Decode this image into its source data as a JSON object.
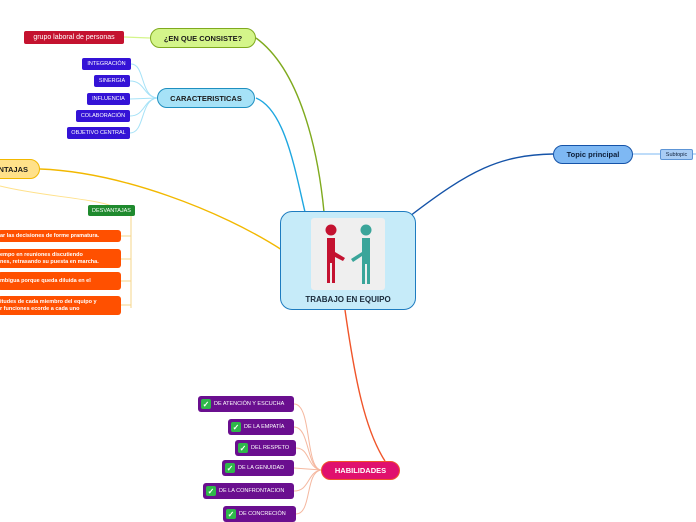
{
  "central": {
    "title": "TRABAJO EN EQUIPO",
    "image_icon": "handshake-people-icon"
  },
  "en_que_consiste": {
    "label": "¿EN QUE CONSISTE?",
    "child": "grupo laboral de personas"
  },
  "caracteristicas": {
    "label": "CARACTERISTICAS",
    "items": [
      "INTEGRACIÓN",
      "SINERGIA",
      "INFLUENCIA",
      "COLABORACIÓN",
      "OBJETIVO CENTRAL"
    ]
  },
  "ventajas": {
    "label": "VENTAJAS"
  },
  "desventajas": {
    "label": "DESVANTAJAS",
    "items": [
      "ar las decisiones de forme pramatura.",
      "empo en reuniones discutiendo\nnes, retrasando su puesta en marcha.",
      "mbigua porque queda diluida en el",
      "itudes de cada miembro del equipo y\nr funciones ecorde a cada uno"
    ]
  },
  "topic_principal": {
    "label": "Topic principal",
    "subtopic": "Subtopic"
  },
  "habilidades": {
    "label": "HABILIDADES",
    "check_icon": "check-icon",
    "items": [
      "DE ATENCIÓN Y ESCUCHA",
      "DE LA EMPATÍA",
      "DEL RESPETO",
      "DE LA GENUIDAD",
      "DE LA CONFRONTACION",
      "DE CONCRECIÓN"
    ]
  },
  "colors": {
    "central_fill": "#c6ebf9",
    "central_border": "#1e7cc0",
    "consiste_fill": "#d4f58a",
    "consiste_line": "#7faa1e",
    "caract_fill": "#a6e2f7",
    "caract_line": "#1ea7e0",
    "ventajas_fill": "#ffe18a",
    "ventajas_line": "#f2b800",
    "topic_fill": "#7eb8f3",
    "topic_line": "#1553a8",
    "habilidades_fill": "#e0116e",
    "habilidades_line": "#f0552a",
    "tag_blue": "#3413d6",
    "tag_red": "#c4122f",
    "tag_green": "#1f8a2e",
    "orange": "#ff5000",
    "purple": "#6a0f8f"
  }
}
